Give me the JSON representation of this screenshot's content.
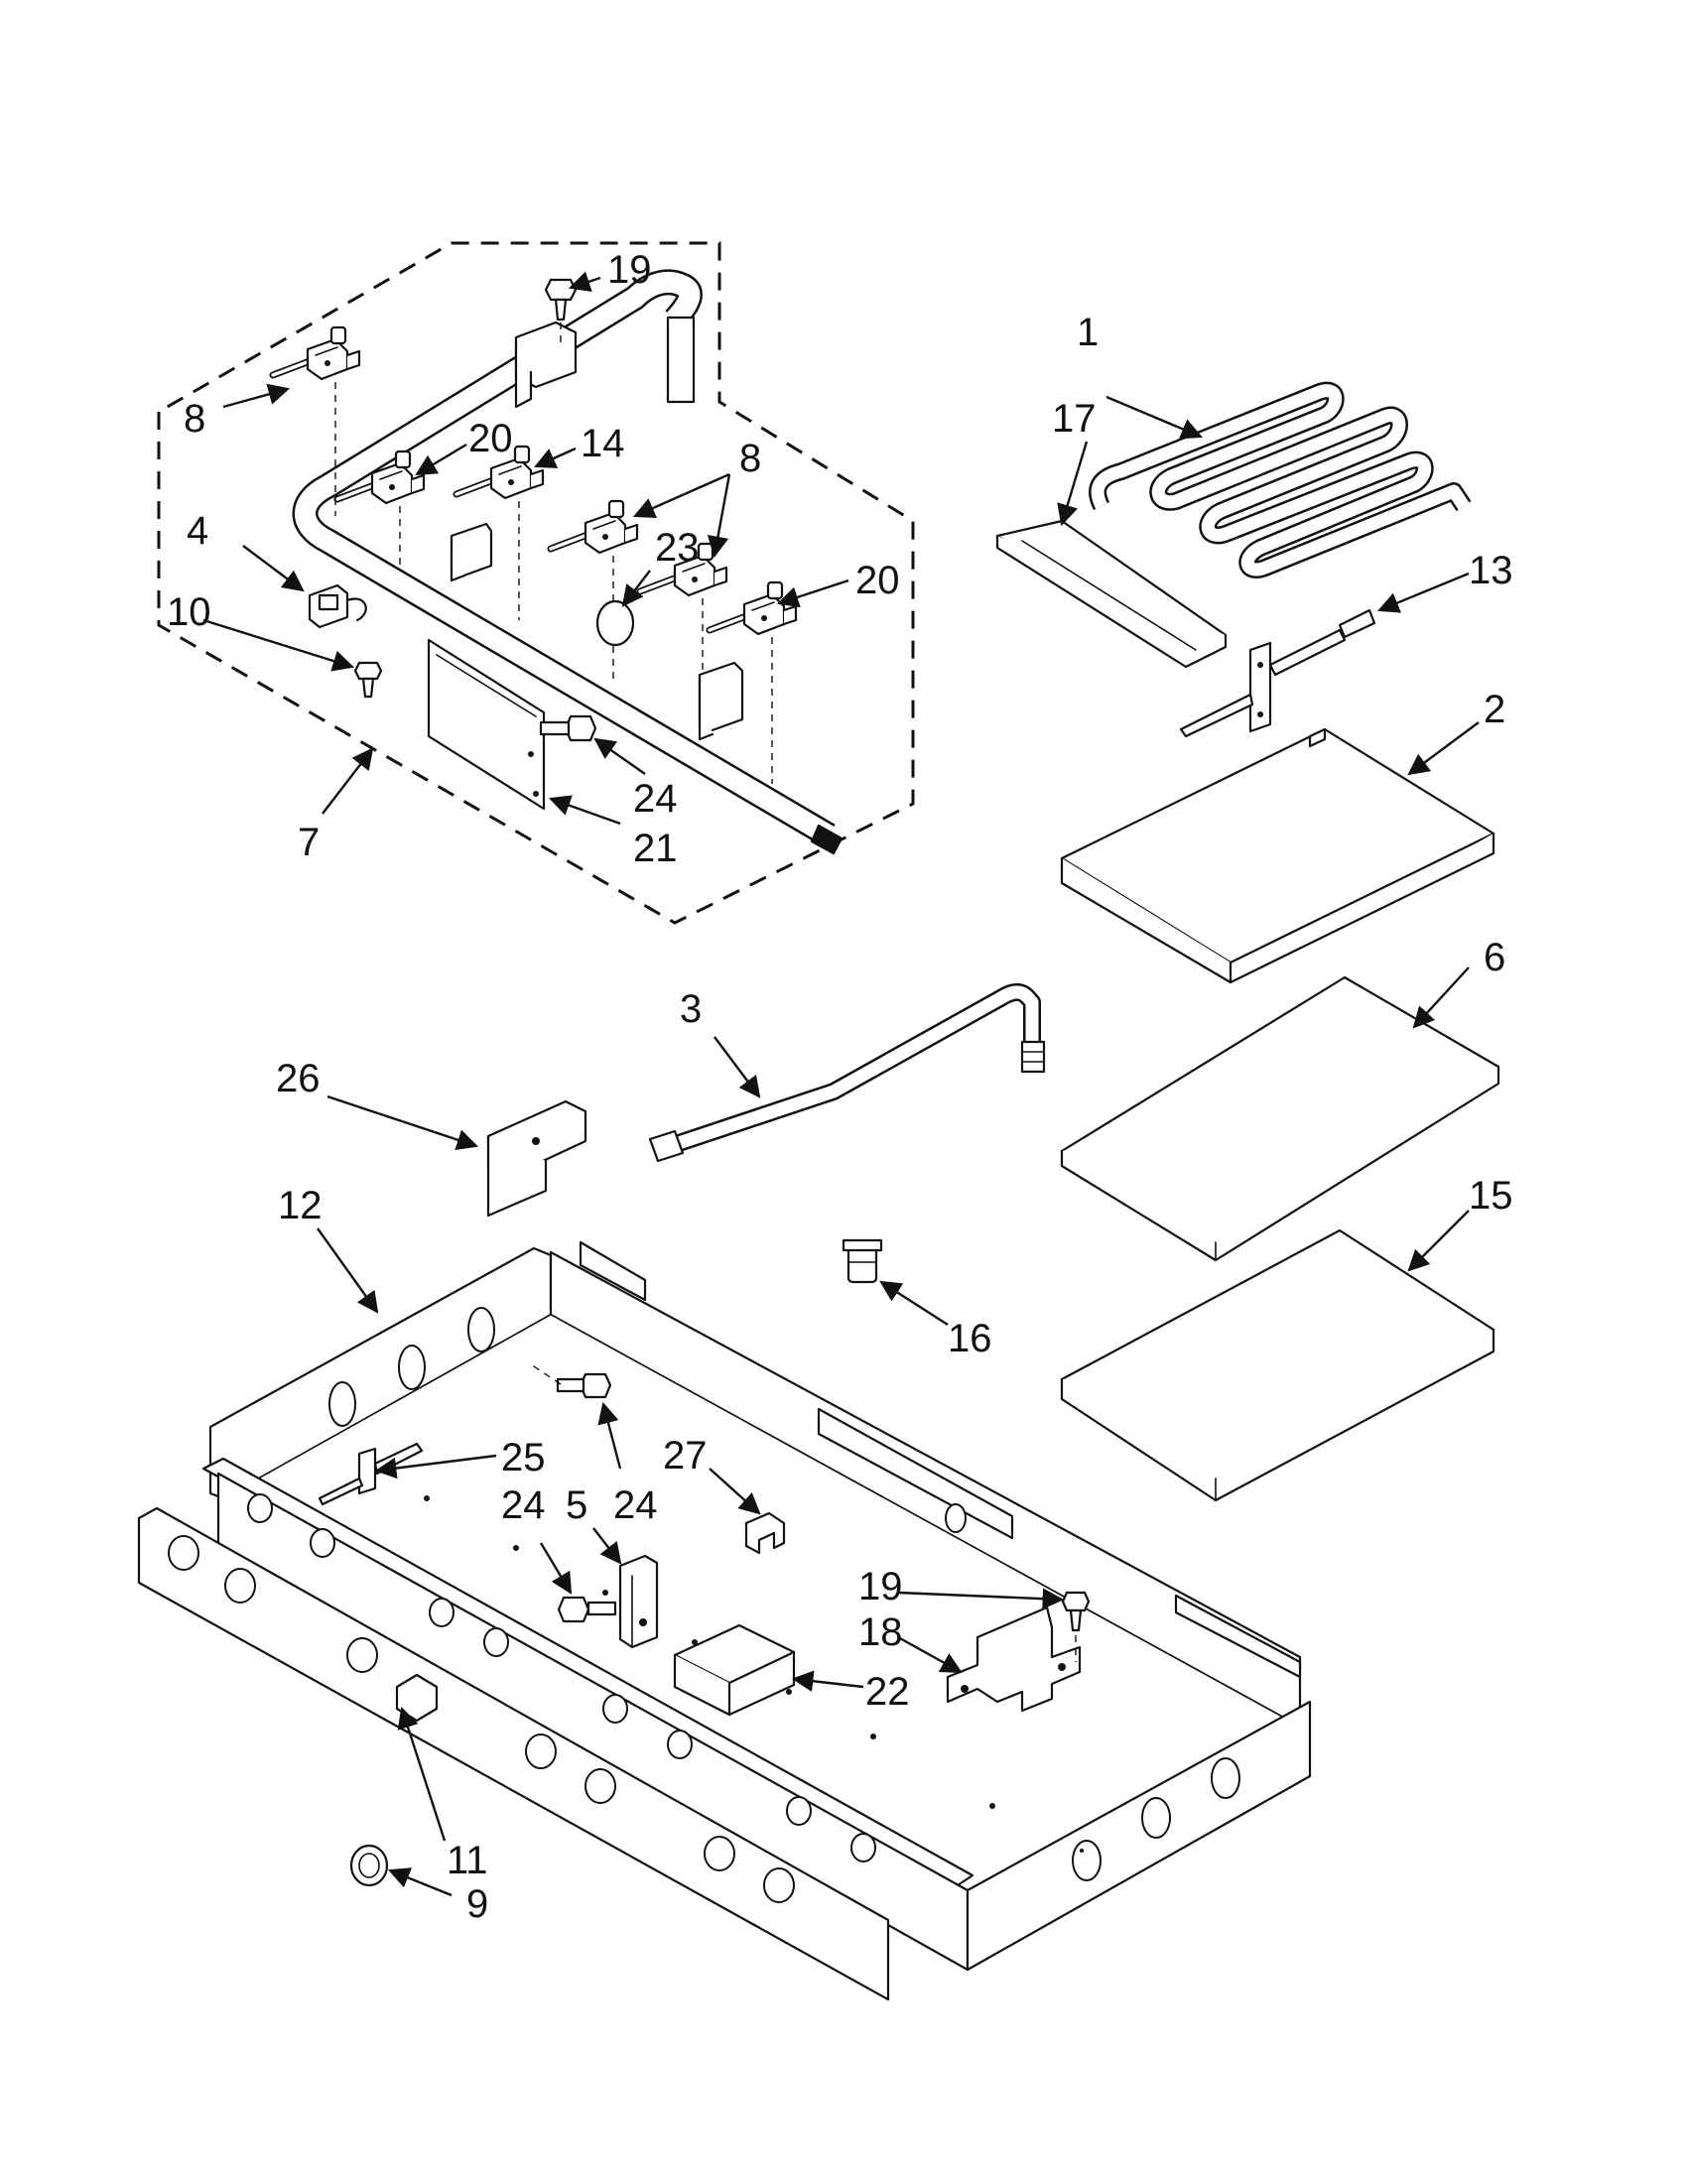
{
  "callouts": [
    {
      "id": "c1",
      "label": "1"
    },
    {
      "id": "c2",
      "label": "2"
    },
    {
      "id": "c3",
      "label": "3"
    },
    {
      "id": "c4",
      "label": "4"
    },
    {
      "id": "c5",
      "label": "5"
    },
    {
      "id": "c6",
      "label": "6"
    },
    {
      "id": "c7",
      "label": "7"
    },
    {
      "id": "c8a",
      "label": "8"
    },
    {
      "id": "c8b",
      "label": "8"
    },
    {
      "id": "c9",
      "label": "9"
    },
    {
      "id": "c10",
      "label": "10"
    },
    {
      "id": "c11",
      "label": "11"
    },
    {
      "id": "c12",
      "label": "12"
    },
    {
      "id": "c13",
      "label": "13"
    },
    {
      "id": "c14",
      "label": "14"
    },
    {
      "id": "c15",
      "label": "15"
    },
    {
      "id": "c16",
      "label": "16"
    },
    {
      "id": "c17",
      "label": "17"
    },
    {
      "id": "c18",
      "label": "18"
    },
    {
      "id": "c19a",
      "label": "19"
    },
    {
      "id": "c19b",
      "label": "19"
    },
    {
      "id": "c20a",
      "label": "20"
    },
    {
      "id": "c20b",
      "label": "20"
    },
    {
      "id": "c21",
      "label": "21"
    },
    {
      "id": "c22",
      "label": "22"
    },
    {
      "id": "c23",
      "label": "23"
    },
    {
      "id": "c24a",
      "label": "24"
    },
    {
      "id": "c24b",
      "label": "24"
    },
    {
      "id": "c24c",
      "label": "24"
    },
    {
      "id": "c25",
      "label": "25"
    },
    {
      "id": "c26",
      "label": "26"
    },
    {
      "id": "c27",
      "label": "27"
    }
  ]
}
